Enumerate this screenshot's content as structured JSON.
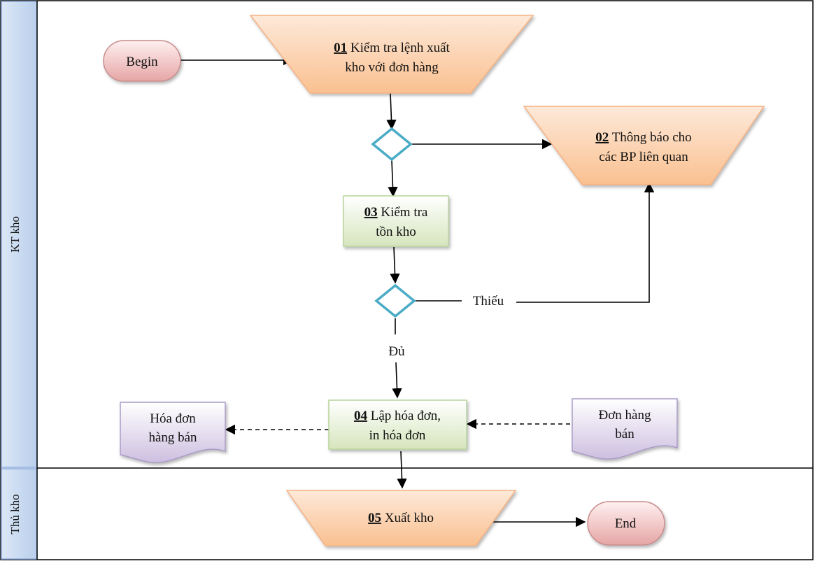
{
  "lanes": [
    {
      "label": "KT kho"
    },
    {
      "label": "Thủ kho"
    }
  ],
  "nodes": {
    "begin": {
      "label": "Begin"
    },
    "step01": {
      "num": "01",
      "line1": " Kiểm tra lệnh xuất",
      "line2": "kho với đơn hàng"
    },
    "step02": {
      "num": "02",
      "line1": " Thông báo cho",
      "line2": "các BP liên quan"
    },
    "step03": {
      "num": "03",
      "line1": " Kiểm tra",
      "line2": "tồn kho"
    },
    "step04": {
      "num": "04",
      "line1": " Lập hóa đơn,",
      "line2": "in hóa đơn"
    },
    "step05": {
      "num": "05",
      "line1": " Xuất kho"
    },
    "doc_invoice": {
      "line1": "Hóa đơn",
      "line2": "hàng bán"
    },
    "doc_order": {
      "line1": "Đơn hàng",
      "line2": "bán"
    },
    "end": {
      "label": "End"
    }
  },
  "edge_labels": {
    "shortage": "Thiếu",
    "enough": "Đủ"
  },
  "colors": {
    "lane_header": "#c5d9f1",
    "lane_border": "#8eaadb",
    "trapezoid_top": "#fde9d9",
    "trapezoid_bottom": "#fac090",
    "trapezoid_border": "#f4b183",
    "process_top": "#ffffff",
    "process_bottom": "#d6e5bd",
    "process_border": "#b7d39a",
    "terminal_top": "#fff0f0",
    "terminal_bottom": "#e6a5a5",
    "terminal_border": "#c88c8c",
    "document_top": "#ffffff",
    "document_bottom": "#cdbfe0",
    "document_border": "#a99bc6",
    "decision_border": "#4bacc6"
  }
}
